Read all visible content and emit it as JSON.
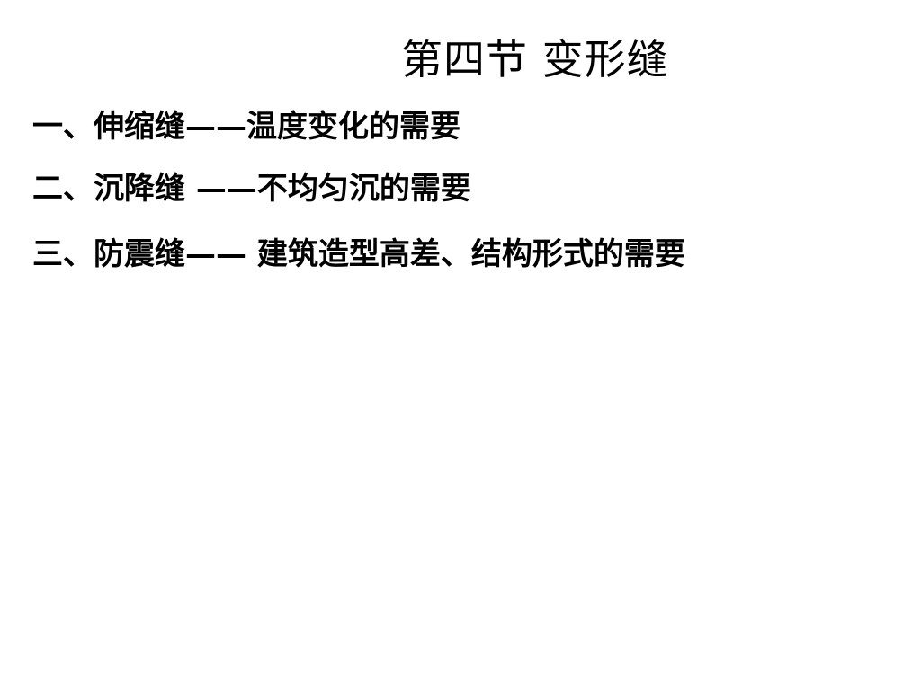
{
  "slide": {
    "title": "第四节  变形缝",
    "items": [
      "一、伸缩缝——温度变化的需要",
      "二、沉降缝 ——不均匀沉的需要",
      "三、防震缝—— 建筑造型高差、结构形式的需要"
    ]
  }
}
